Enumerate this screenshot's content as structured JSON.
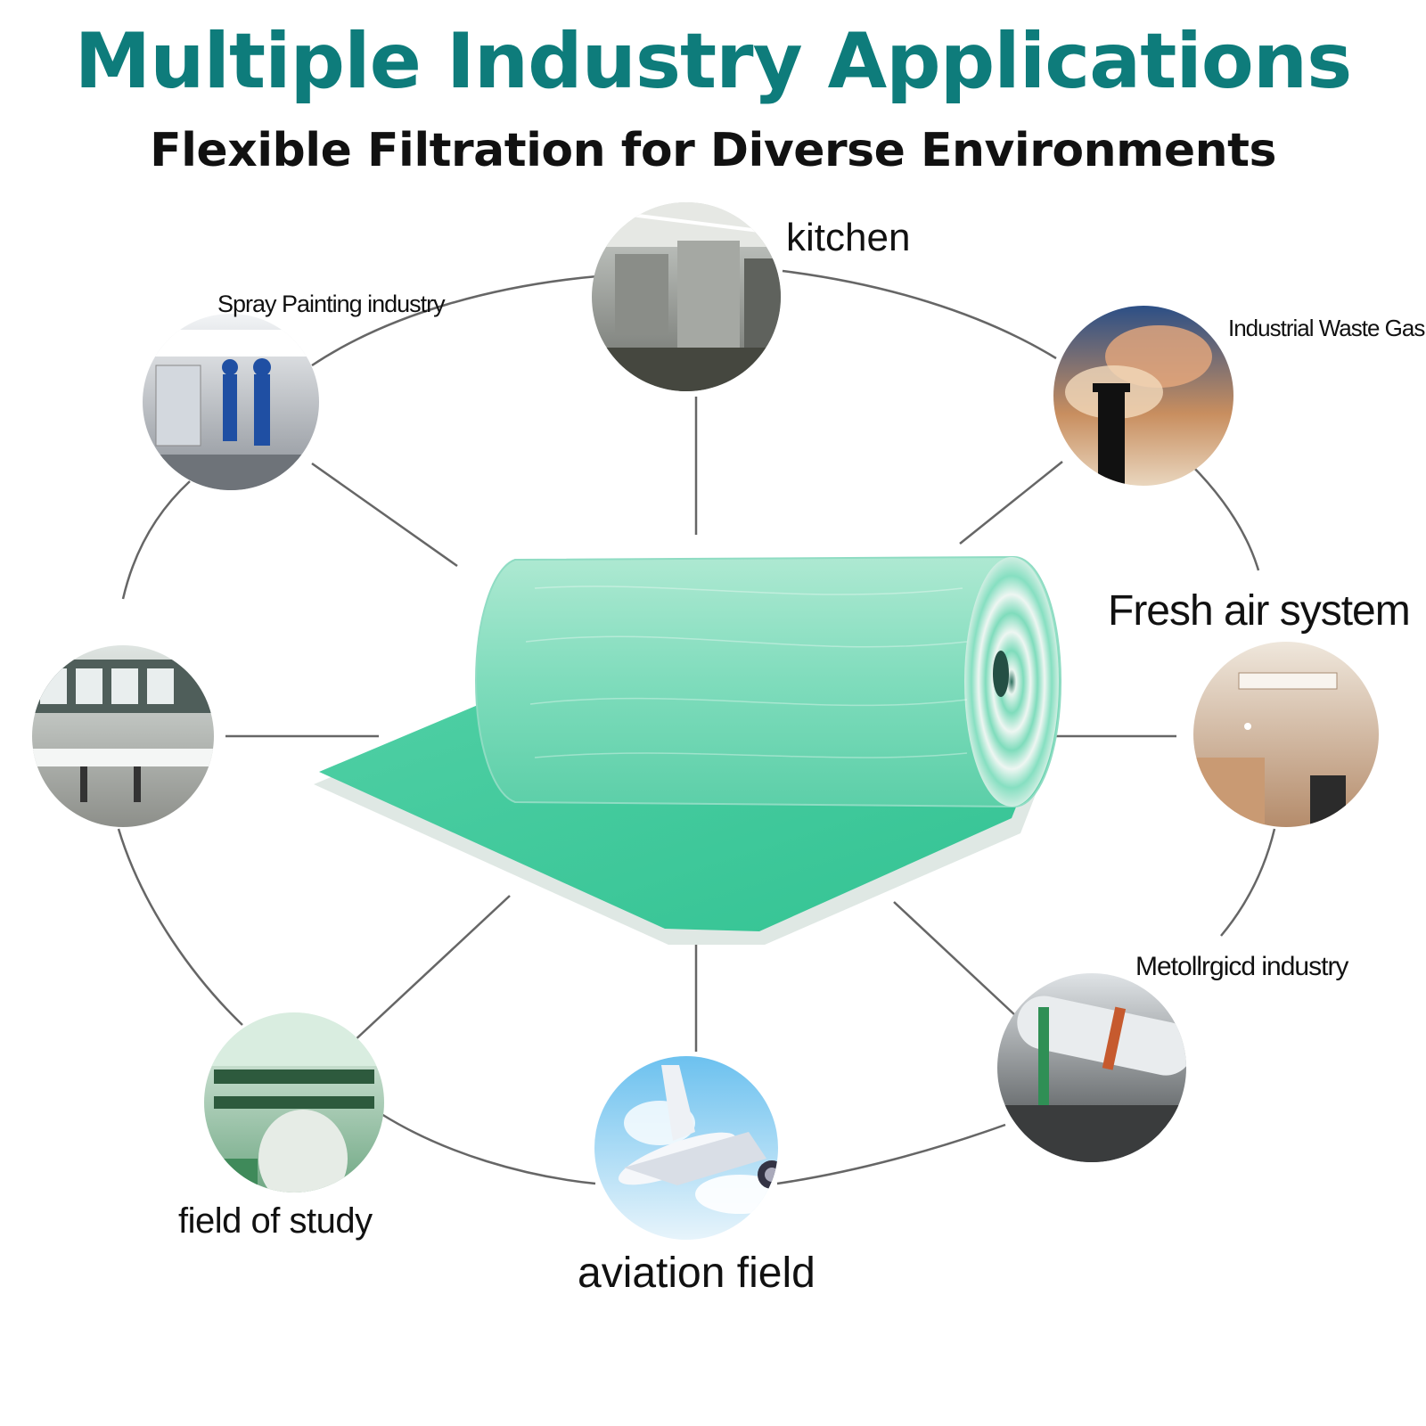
{
  "title": "Multiple Industry Applications",
  "subtitle": "Flexible Filtration for Diverse Environments",
  "applications": [
    {
      "label": "kitchen",
      "icon": "kitchen-icon"
    },
    {
      "label": "Industrial Waste Gas",
      "icon": "smokestack-icon"
    },
    {
      "label": "Fresh air system",
      "icon": "air-vent-icon"
    },
    {
      "label": "Metollrgicd industry",
      "icon": "rotary-kiln-icon"
    },
    {
      "label": "aviation field",
      "icon": "airplane-icon"
    },
    {
      "label": "field of study",
      "icon": "laboratory-icon"
    },
    {
      "label": "",
      "icon": "office-icon"
    },
    {
      "label": "Spray Painting industry",
      "icon": "spray-booth-icon"
    }
  ],
  "product": {
    "icon": "filter-roll-icon"
  },
  "colors": {
    "title": "#0e7c7b",
    "filter_green": "#5fd3ad",
    "filter_white": "#eef3f1",
    "connector": "#555555"
  }
}
